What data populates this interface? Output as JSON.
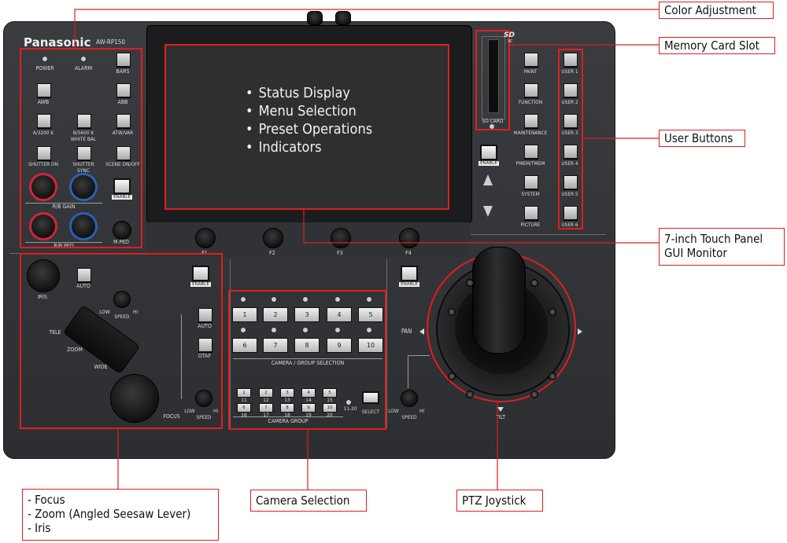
{
  "panel": {
    "brand": "Panasonic",
    "model": "AW-RP150",
    "power": "POWER",
    "alarm": "ALARM",
    "sd_logo": "SD",
    "sd_logo_sub": "XC",
    "left_buttons": [
      {
        "label": "BARS"
      },
      {
        "label": "AWB"
      },
      {
        "label": "ABB"
      },
      {
        "label": "A/3200 K"
      },
      {
        "label": "B/5600 K"
      },
      {
        "label": "ATW/VAR"
      },
      {
        "label": "WHITE BAL"
      },
      {
        "label": "SHUTTER ON"
      },
      {
        "label": "SHUTTER SYNC"
      },
      {
        "label": "SCENE ON/OFF"
      }
    ],
    "rb_gain": "R/B GAIN",
    "rb_ped": "R/B PED",
    "mped": "M.PED",
    "enable": "ENABLE",
    "screen_items": [
      "Status Display",
      "Menu Selection",
      "Preset Operations",
      "Indicators"
    ],
    "fkeys": [
      "F1",
      "F2",
      "F3",
      "F4"
    ],
    "sd_card": "SD CARD",
    "menu_buttons": [
      "PAINT",
      "FUNCTION",
      "MAINTENANCE",
      "PMEM/TMEM",
      "SYSTEM",
      "PICTURE"
    ],
    "user_buttons": [
      "USER 1",
      "USER 2",
      "USER 3",
      "USER 4",
      "USER 5",
      "USER 6"
    ],
    "lens": {
      "iris": "IRIS",
      "auto": "AUTO",
      "low": "LOW",
      "hi": "HI",
      "speed": "SPEED",
      "tele": "TELE",
      "zoom": "ZOOM",
      "wide": "WIDE",
      "focus": "FOCUS",
      "auto2": "AUTO",
      "otaf": "OTAF"
    },
    "camera_numbers": [
      "1",
      "2",
      "3",
      "4",
      "5",
      "6",
      "7",
      "8",
      "9",
      "10"
    ],
    "camera_group_selection": "CAMERA / GROUP SELECTION",
    "group_top": [
      "1\n11",
      "2\n12",
      "3\n13",
      "4\n14",
      "5\n15"
    ],
    "group_top_a": [
      "1",
      "2",
      "3",
      "4",
      "5"
    ],
    "group_top_b": [
      "11",
      "12",
      "13",
      "14",
      "15"
    ],
    "group_bot_a": [
      "6",
      "7",
      "8",
      "9",
      "10"
    ],
    "group_bot_b": [
      "16",
      "17",
      "18",
      "19",
      "20"
    ],
    "range": "11-20",
    "select": "SELECT",
    "camera_group": "CAMERA GROUP",
    "pan": "PAN",
    "tilt": "TILT"
  },
  "callouts": {
    "color_adjustment": "Color Adjustment",
    "memory_card_slot": "Memory Card Slot",
    "user_buttons": "User Buttons",
    "monitor_line1": "7-inch Touch Panel",
    "monitor_line2": "GUI Monitor",
    "lens_line1": "- Focus",
    "lens_line2": "- Zoom (Angled Seesaw Lever)",
    "lens_line3": "- Iris",
    "camera_selection": "Camera Selection",
    "ptz_joystick": "PTZ Joystick"
  },
  "colors": {
    "accent_red": "#e01e1e",
    "knob_red": "#d0253a",
    "knob_blue": "#2d5fb6"
  }
}
